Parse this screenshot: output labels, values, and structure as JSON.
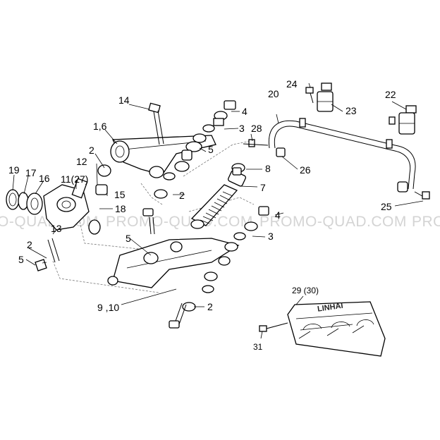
{
  "watermark": {
    "left": "O-QUAD.COM",
    "center_a": "PROMO-QUAD.COM",
    "center_b": "PROMO-QUAD.COM",
    "right": "PRO"
  },
  "emblem_text": "LINHAI",
  "callouts": {
    "c1_6": "1,6",
    "c2a": "2",
    "c2b": "2",
    "c2c": "2",
    "c2d": "2",
    "c3a": "3",
    "c3b": "3",
    "c4a": "4",
    "c4b": "4",
    "c5a": "5",
    "c5b": "5",
    "c5c": "5",
    "c7": "7",
    "c8": "8",
    "c9_10": "9 ,10",
    "c11_27": "11(27)",
    "c12": "12",
    "c13": "13",
    "c14": "14",
    "c15": "15",
    "c16": "16",
    "c17": "17",
    "c18": "18",
    "c19": "19",
    "c20": "20",
    "c22": "22",
    "c23": "23",
    "c24": "24",
    "c25": "25",
    "c26": "26",
    "c28": "28",
    "c29_30": "29 (30)",
    "c31": "31"
  }
}
